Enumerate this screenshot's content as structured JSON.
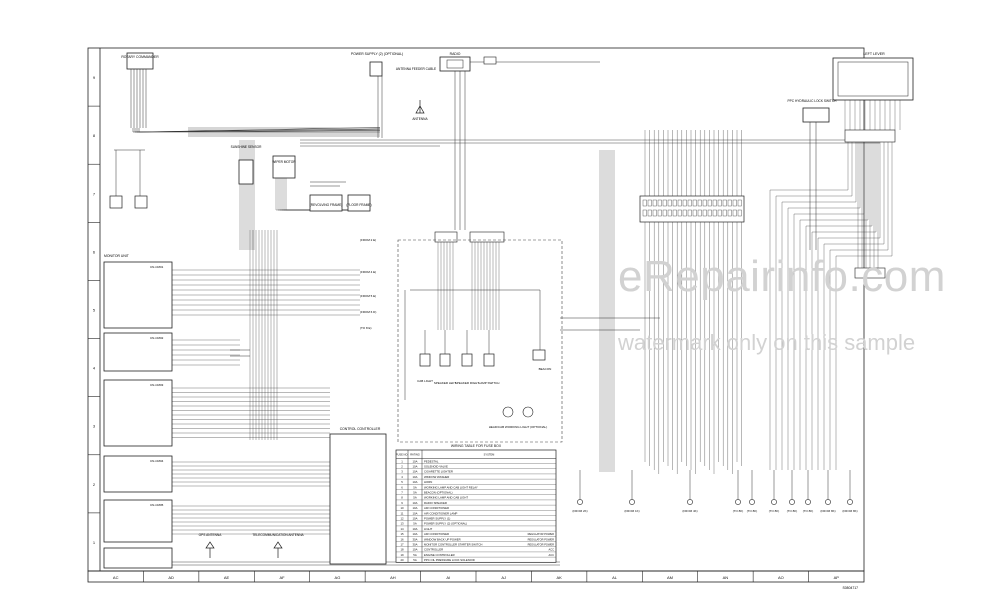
{
  "zones": {
    "left": [
      "9",
      "8",
      "7",
      "6",
      "5",
      "4",
      "3",
      "2",
      "1"
    ],
    "bottom": [
      "AC",
      "AD",
      "AE",
      "AF",
      "AG",
      "AH",
      "AI",
      "AJ",
      "AK",
      "AL",
      "AM",
      "AN",
      "AO",
      "AP"
    ]
  },
  "blocks": {
    "rotary": "ROTARY COMMANDER",
    "power_supply": "POWER SUPPLY (2) (OPTIONAL)",
    "radio": "RADIO",
    "antenna_feeder": "ANTENNA FEEDER CABLE",
    "antenna": "ANTENNA",
    "sunshine": "SUNSHINE SENSOR",
    "wiper": "WIPER MOTOR",
    "revolving": "(REVOLVING FRAME)",
    "floor": "(FLOOR FRAME)",
    "monitor": "MONITOR UNIT",
    "left_lever": "LEFT LEVER",
    "ppc_lock": "PPC HYDRAULIC LOCK SWITCH",
    "control_unit": "CONTROL CONTROLLER",
    "gps": "GPS ANTENNA",
    "telecom": "TELECOMMUNICATION ANTENNA",
    "cab_light": "CAB LIGHT",
    "speaker_left": "SPEAKER LEFT",
    "speaker_right": "SPEAKER RIGHT",
    "lamp_switch": "LAMP SWITCH",
    "beacon": "BEACON",
    "head_light": "HEAD/CAB WORKING LIGHT (OPTIONAL)"
  },
  "connectors": {
    "cm01": "CN-CM01",
    "cm02": "CN-CM02",
    "cm03": "CN-CM03",
    "cm04": "CN-CM04",
    "cm05": "CN-CM05",
    "refs": [
      "(FROM 2 E)",
      "(FROM 4 E)",
      "(FROM 5 E)",
      "(FROM 6 D)",
      "(TO 8 E)"
    ]
  },
  "fuse_table": {
    "title": "WIRING TABLE FOR FUSE BOX",
    "headers": [
      "FUSE NO.",
      "RATING",
      "SYSTEM"
    ],
    "rows": [
      [
        "1",
        "10A",
        "PEDESTAL"
      ],
      [
        "2",
        "10A",
        "SOLENOID VALVE"
      ],
      [
        "3",
        "10A",
        "CIGARETTE LIGHTER"
      ],
      [
        "4",
        "10A",
        "WINDOW WASHER"
      ],
      [
        "5",
        "10A",
        "HORN"
      ],
      [
        "6",
        "5A",
        "WORKING LAMP AND CAB LIGHT RELAY"
      ],
      [
        "7",
        "5A",
        "BEACON (OPTIONAL)"
      ],
      [
        "8",
        "5A",
        "WORKING LAMP AND CAB LIGHT"
      ],
      [
        "9",
        "10A",
        "RADIO SPEAKER"
      ],
      [
        "10",
        "10A",
        "AIR CONDITIONER"
      ],
      [
        "11",
        "10A",
        "AIR CONDITIONER LAMP"
      ],
      [
        "12",
        "10A",
        "POWER SUPPLY (1)"
      ],
      [
        "13",
        "5A",
        "POWER SUPPLY (2) (OPTIONAL)"
      ],
      [
        "14",
        "10A",
        "LIGHT"
      ],
      [
        "15",
        "10A",
        "AIR CONDITIONER"
      ],
      [
        "16",
        "30A",
        "WINDOW BACK UP POWER"
      ],
      [
        "17",
        "30A",
        "MONITOR CONTROLLER STARTER SWITCH"
      ],
      [
        "18",
        "10A",
        "CONTROLLER"
      ],
      [
        "19",
        "5A",
        "ENGINE CONTROLLER"
      ],
      [
        "20",
        "5A",
        "PPC OIL PRESSURE LOCK SOLENOID"
      ]
    ],
    "notes": {
      "15": "REGULATOR POWER",
      "16": "REGULATOR POWER",
      "17": "REGULATOR POWER",
      "18": "ACC",
      "19": "ACC"
    }
  },
  "bottom_refs": [
    "(FROM 2K)",
    "(FROM 1K)",
    "(FROM 4K)",
    "(TO 8K)",
    "(TO 8K)",
    "(TO 8K)",
    "(TO 8K)",
    "(TO 8K)",
    "(FROM 8K)",
    "(FROM 8K)"
  ],
  "footer_code": "S0804717",
  "watermark": {
    "line1": "eRepairinfo.com",
    "line2": "watermark only on this sample"
  }
}
